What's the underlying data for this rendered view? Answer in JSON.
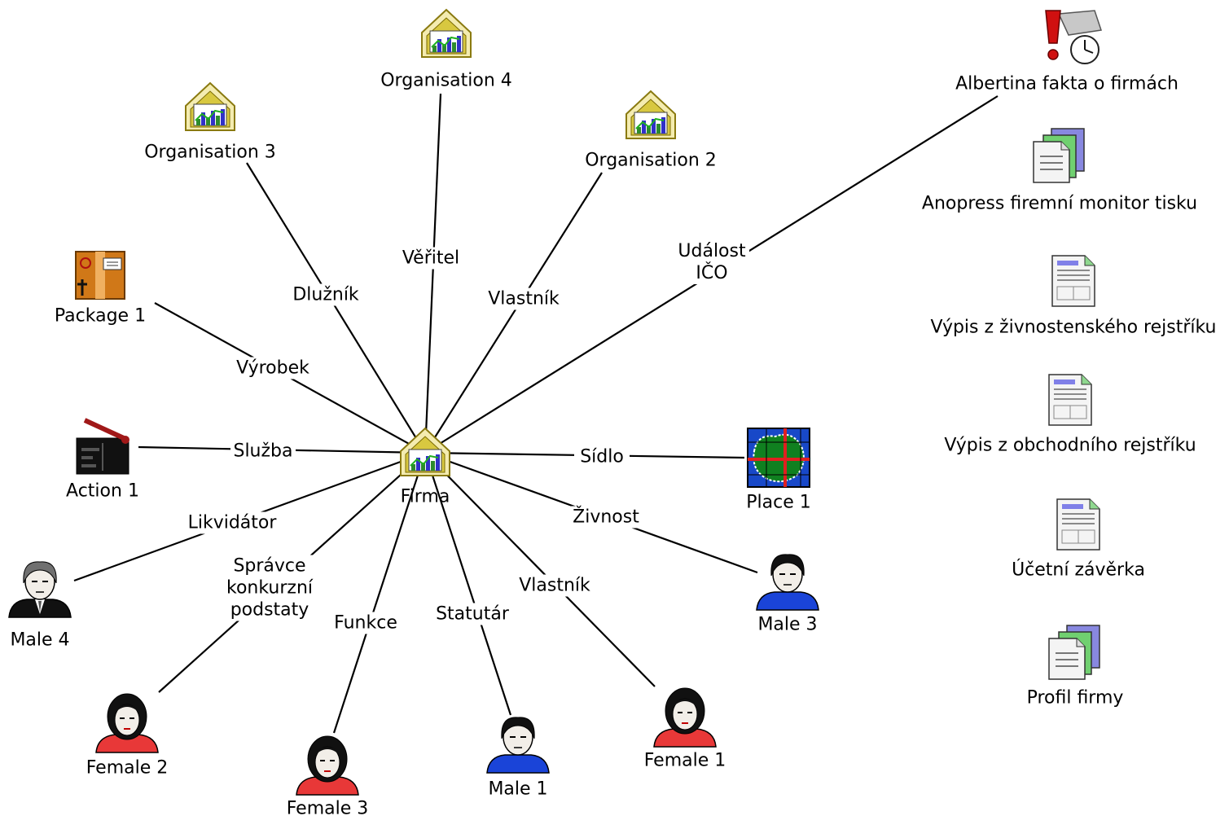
{
  "hub": {
    "id": "firma",
    "label": "Firma",
    "icon": "organisation-icon"
  },
  "nodes": [
    {
      "id": "org4",
      "label": "Organisation 4",
      "icon": "organisation-icon"
    },
    {
      "id": "org3",
      "label": "Organisation 3",
      "icon": "organisation-icon"
    },
    {
      "id": "org2",
      "label": "Organisation 2",
      "icon": "organisation-icon"
    },
    {
      "id": "package1",
      "label": "Package 1",
      "icon": "package-icon"
    },
    {
      "id": "action1",
      "label": "Action 1",
      "icon": "clapperboard-icon"
    },
    {
      "id": "place1",
      "label": "Place 1",
      "icon": "map-icon"
    },
    {
      "id": "male4",
      "label": "Male 4",
      "icon": "male-person-dark-icon"
    },
    {
      "id": "male3",
      "label": "Male 3",
      "icon": "male-person-icon"
    },
    {
      "id": "female2",
      "label": "Female 2",
      "icon": "female-person-icon"
    },
    {
      "id": "female3",
      "label": "Female 3",
      "icon": "female-person-icon"
    },
    {
      "id": "male1",
      "label": "Male 1",
      "icon": "male-person-icon"
    },
    {
      "id": "female1",
      "label": "Female 1",
      "icon": "female-person-icon"
    },
    {
      "id": "albertina",
      "label": "Albertina fakta o firmách",
      "icon": "alert-document-clock-icon"
    }
  ],
  "edges": [
    {
      "target": "org3",
      "label": [
        "Dlužník"
      ]
    },
    {
      "target": "org4",
      "label": [
        "Věřitel"
      ]
    },
    {
      "target": "org2",
      "label": [
        "Vlastník"
      ]
    },
    {
      "target": "albertina",
      "label": [
        "Událost",
        "IČO"
      ]
    },
    {
      "target": "package1",
      "label": [
        "Výrobek"
      ]
    },
    {
      "target": "action1",
      "label": [
        "Služba"
      ]
    },
    {
      "target": "place1",
      "label": [
        "Sídlo"
      ]
    },
    {
      "target": "male3",
      "label": [
        "Živnost"
      ]
    },
    {
      "target": "male4",
      "label": [
        "Likvidátor"
      ]
    },
    {
      "target": "female2",
      "label": [
        "Správce",
        "konkurzní",
        "podstaty"
      ]
    },
    {
      "target": "female3",
      "label": [
        "Funkce"
      ]
    },
    {
      "target": "male1",
      "label": [
        "Statutár"
      ]
    },
    {
      "target": "female1",
      "label": [
        "Vlastník"
      ]
    }
  ],
  "sidebar": [
    {
      "id": "anopress",
      "label": "Anopress firemní monitor tisku",
      "icon": "stacked-documents-icon"
    },
    {
      "id": "zivnostensky",
      "label": "Výpis z živnostenského rejstříku",
      "icon": "form-document-icon"
    },
    {
      "id": "obchodni",
      "label": "Výpis z obchodního rejstříku",
      "icon": "form-document-icon"
    },
    {
      "id": "ucetni",
      "label": "Účetní závěrka",
      "icon": "form-document-icon"
    },
    {
      "id": "profil",
      "label": "Profil firmy",
      "icon": "stacked-documents-icon"
    }
  ],
  "colors": {
    "line": "#000000",
    "organisation_frame": "#d8c840",
    "male_shirt": "#1a44d8",
    "female_shirt": "#e83838",
    "map_water": "#1848c8",
    "map_land": "#108020",
    "map_grid": "#e02020",
    "package_box": "#d07818",
    "alert_red": "#d01010"
  }
}
